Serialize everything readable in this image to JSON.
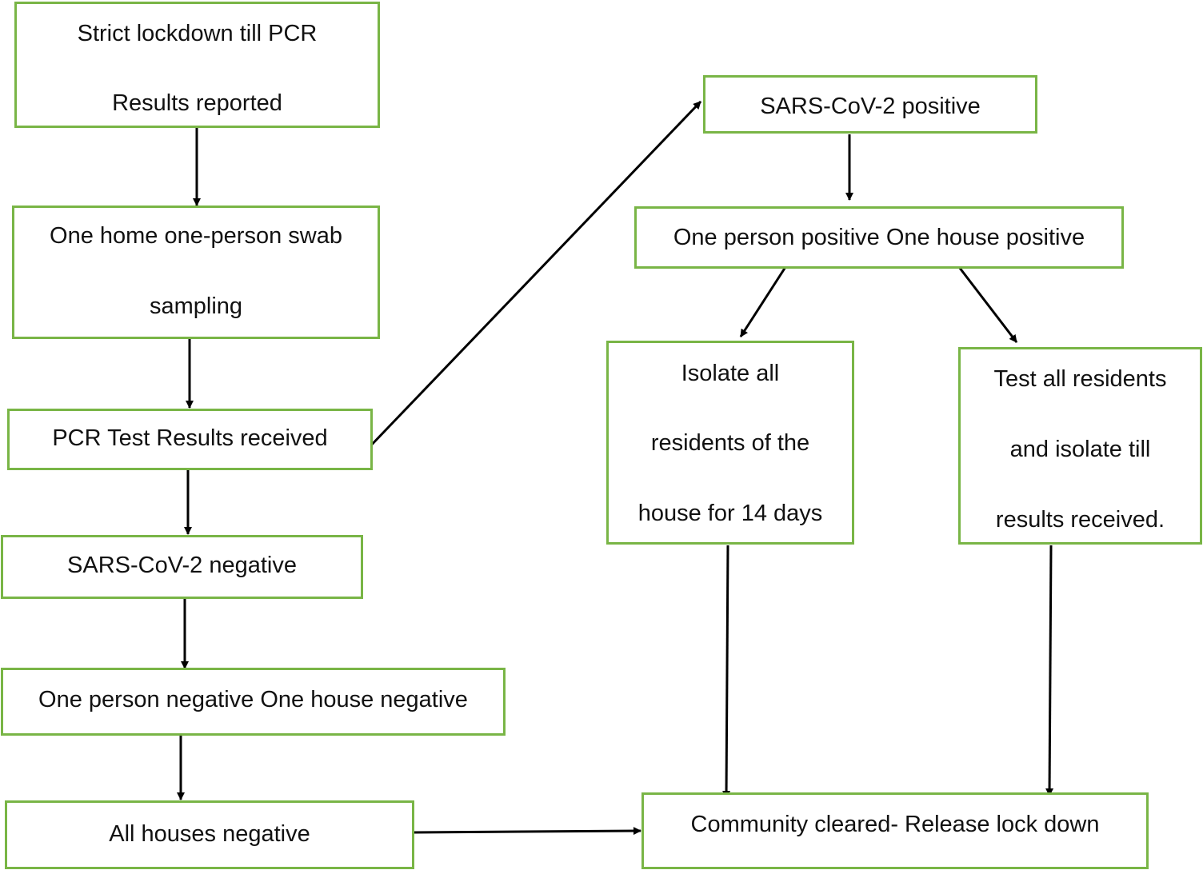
{
  "nodes": {
    "lockdown": {
      "lines": [
        "Strict lockdown till PCR",
        "Results reported"
      ]
    },
    "swab": {
      "lines": [
        "One home one-person swab",
        "sampling"
      ]
    },
    "pcr_results": {
      "lines": [
        "PCR Test Results received"
      ]
    },
    "negative": {
      "lines": [
        "SARS-CoV-2 negative"
      ]
    },
    "one_negative": {
      "lines": [
        "One person negative One house negative"
      ]
    },
    "all_negative": {
      "lines": [
        "All houses negative"
      ]
    },
    "positive": {
      "lines": [
        "SARS-CoV-2 positive"
      ]
    },
    "one_positive": {
      "lines": [
        "One person positive One house positive"
      ]
    },
    "isolate": {
      "lines": [
        "Isolate all",
        "residents of the",
        "house for 14 days"
      ]
    },
    "test_all": {
      "lines": [
        "Test all residents",
        "and isolate till",
        "results received."
      ]
    },
    "cleared": {
      "lines": [
        "Community cleared- Release lock down"
      ]
    }
  },
  "edges": [
    {
      "from": "lockdown",
      "to": "swab"
    },
    {
      "from": "swab",
      "to": "pcr_results"
    },
    {
      "from": "pcr_results",
      "to": "negative"
    },
    {
      "from": "negative",
      "to": "one_negative"
    },
    {
      "from": "one_negative",
      "to": "all_negative"
    },
    {
      "from": "all_negative",
      "to": "cleared"
    },
    {
      "from": "pcr_results",
      "to": "positive"
    },
    {
      "from": "positive",
      "to": "one_positive"
    },
    {
      "from": "one_positive",
      "to": "isolate"
    },
    {
      "from": "one_positive",
      "to": "test_all"
    },
    {
      "from": "isolate",
      "to": "cleared"
    },
    {
      "from": "test_all",
      "to": "cleared"
    }
  ],
  "colors": {
    "box_border": "#79b546",
    "arrow": "#000000",
    "text": "#111111"
  }
}
